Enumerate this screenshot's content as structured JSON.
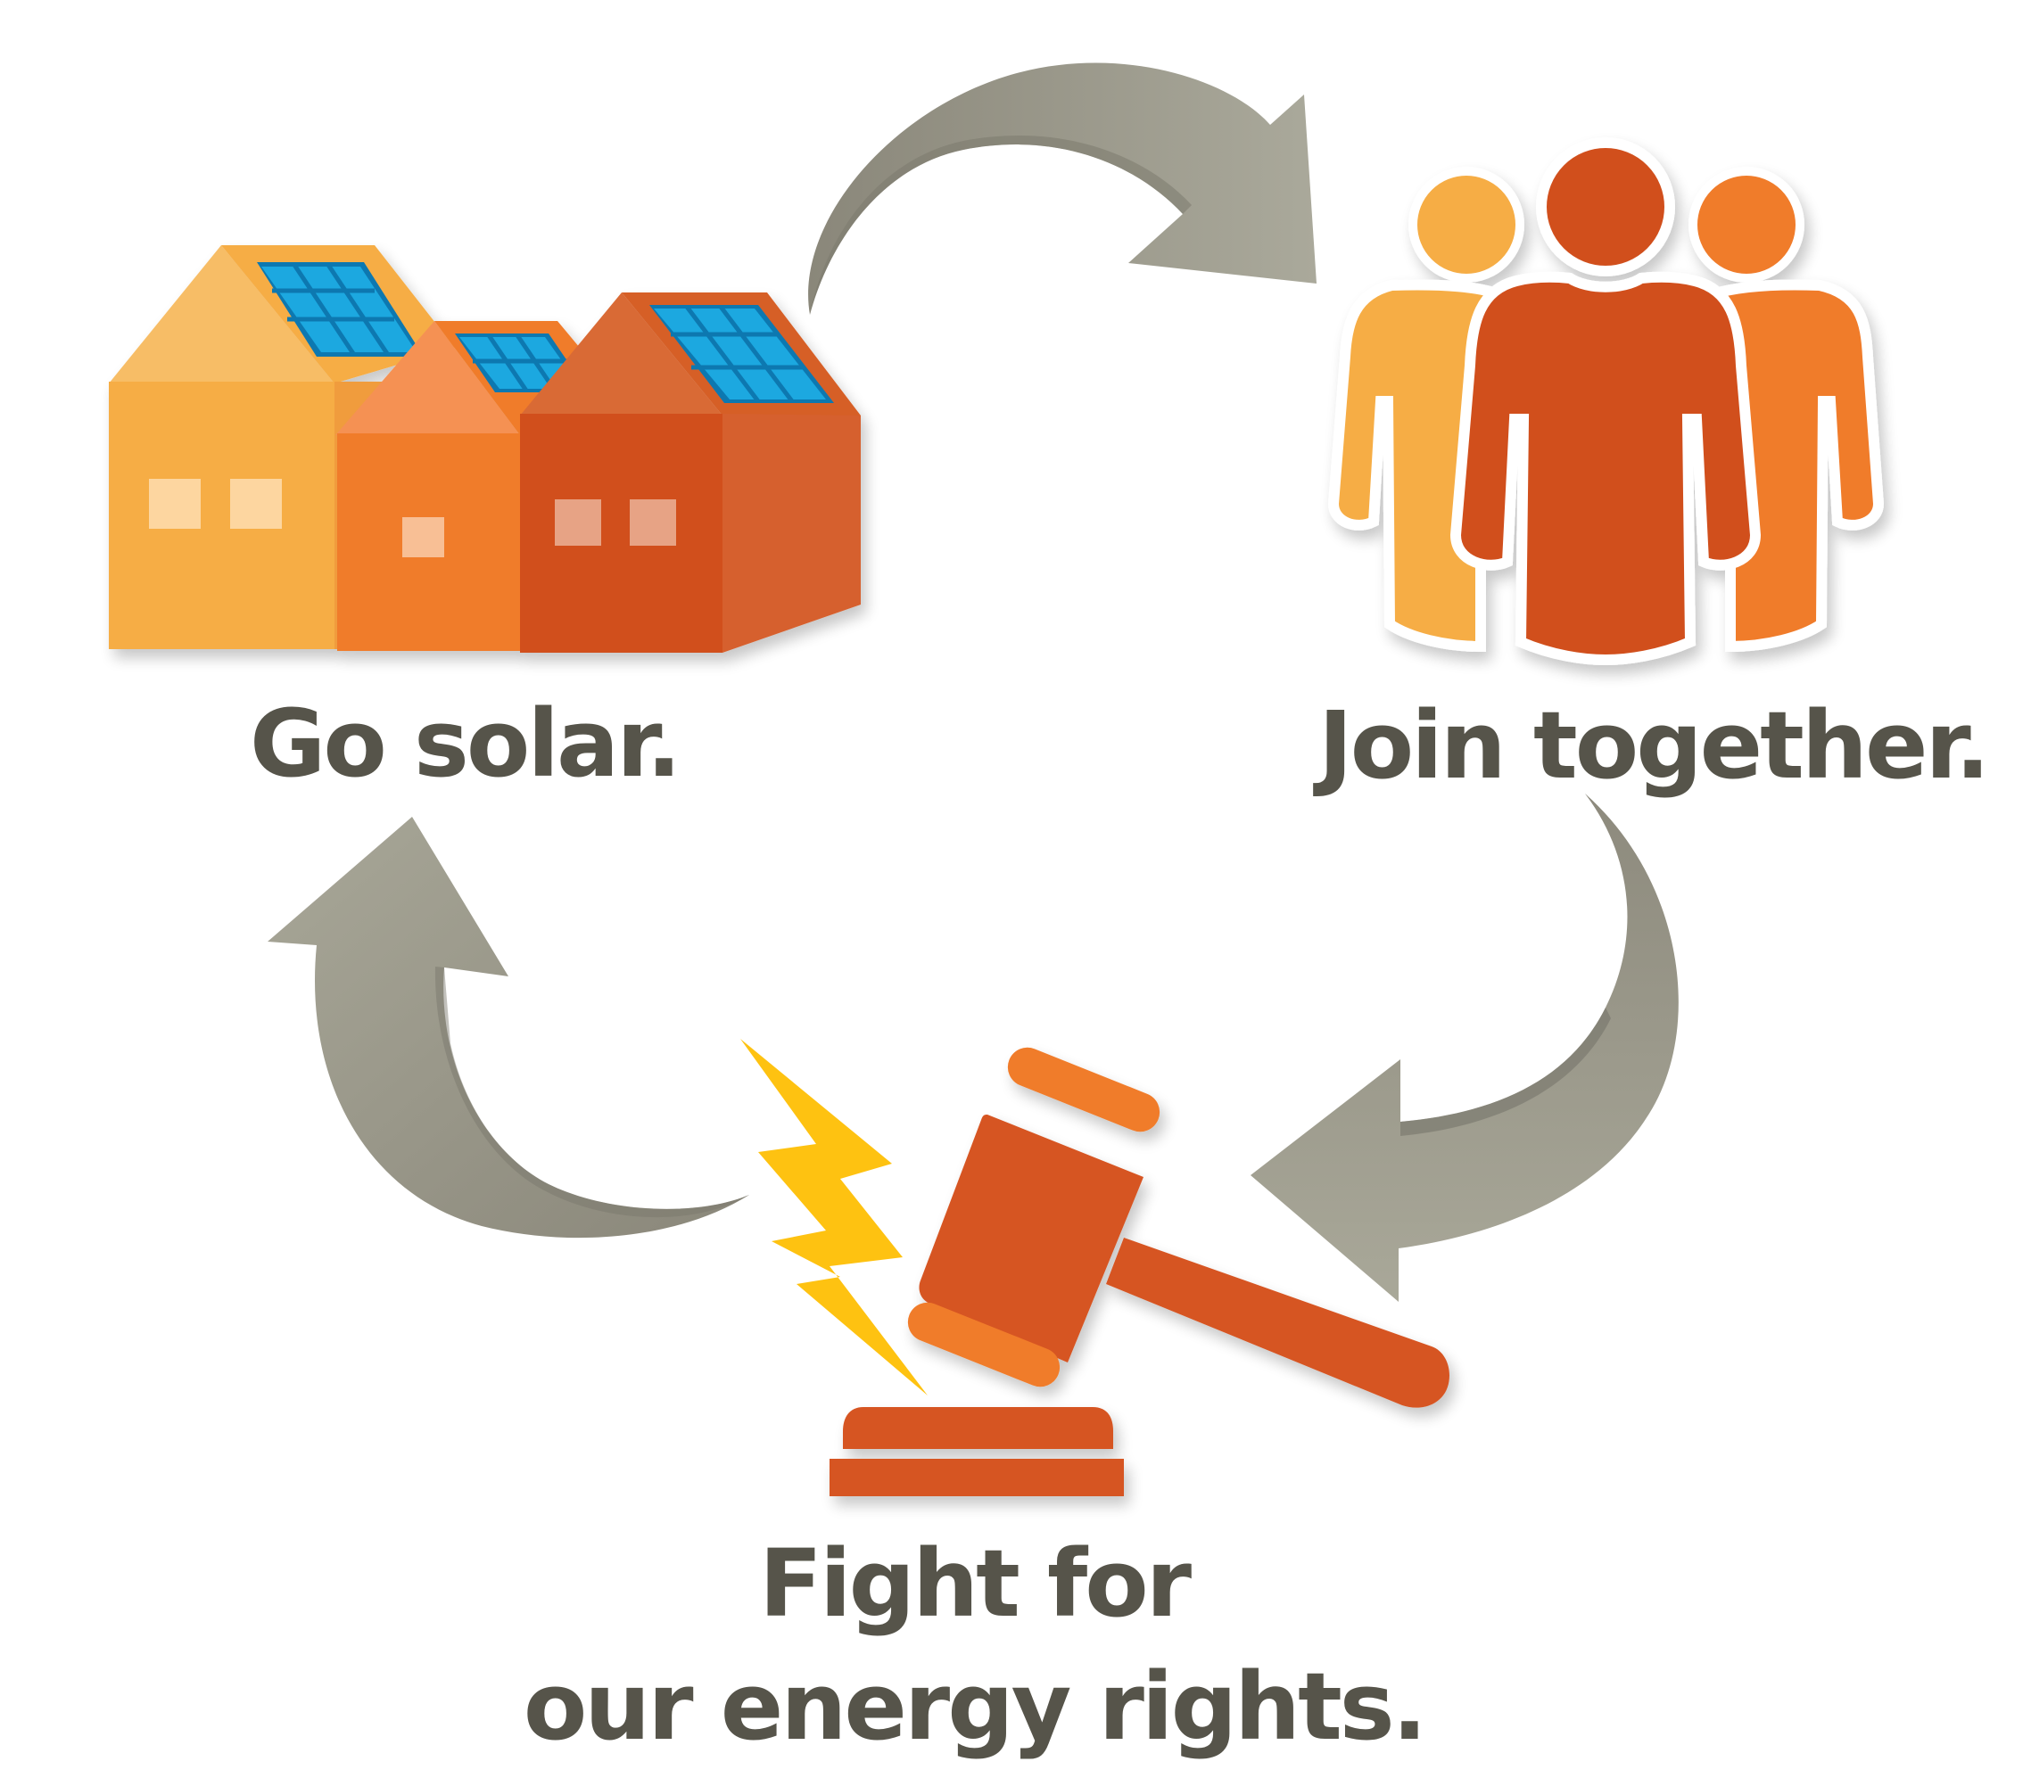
{
  "steps": [
    {
      "label": "Go solar."
    },
    {
      "label": "Join together."
    },
    {
      "label_line1": "Fight for",
      "label_line2": "our energy rights."
    }
  ],
  "colors": {
    "text": "#56544a",
    "arrow_light": "#a6a697",
    "arrow_dark": "#8c897c",
    "arrow_edge": "#737063",
    "orange_light": "#f6ad45",
    "orange_mid": "#f07b2b",
    "orange_dark": "#d1501d",
    "gavel": "#d65422",
    "solar_panel": "#1ba8e0",
    "lightning": "#fec211"
  },
  "icons": [
    "solar-houses-icon",
    "people-group-icon",
    "gavel-icon",
    "lightning-icon",
    "cycle-arrow-icon"
  ]
}
